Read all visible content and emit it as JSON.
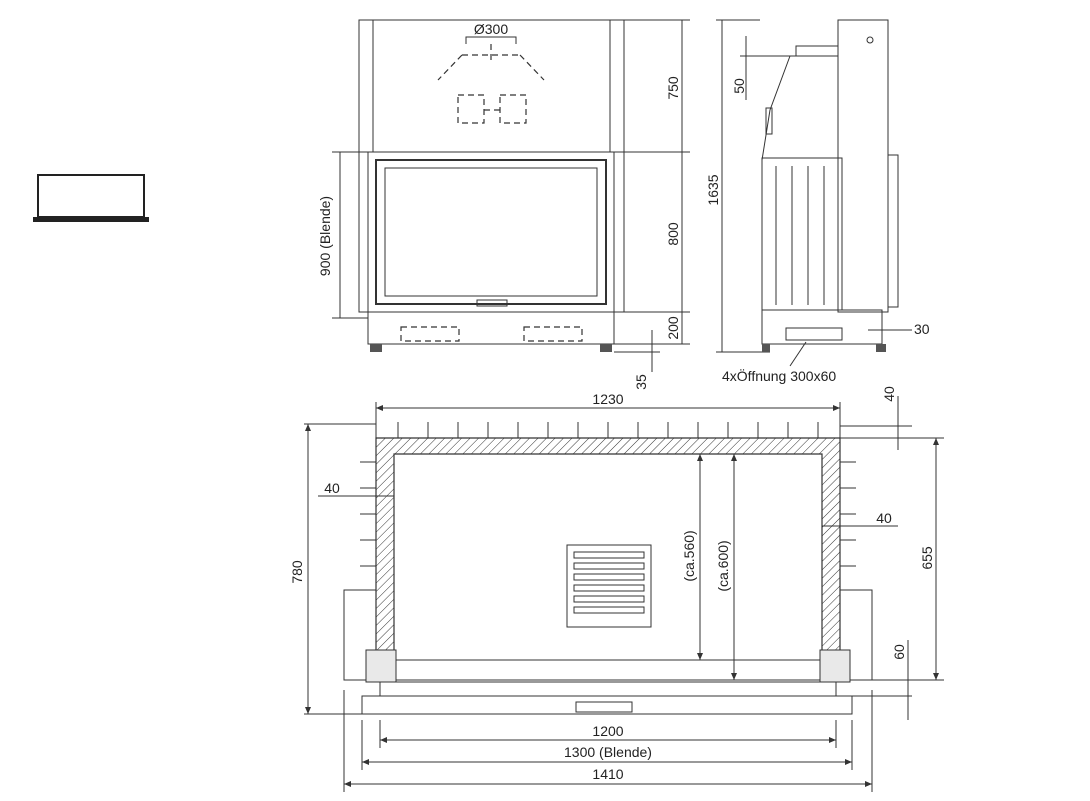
{
  "diagram": {
    "icon": "fireplace-front-view-icon",
    "front_view": {
      "diameter_label": "Ø300",
      "dim_750": "750",
      "dim_800": "800",
      "dim_200": "200",
      "dim_35": "35",
      "dim_1635": "1635",
      "blende_height": "900 (Blende)"
    },
    "side_view": {
      "dim_50": "50",
      "dim_30": "30",
      "opening_note": "4xÖffnung 300x60"
    },
    "plan_view": {
      "dim_1230": "1230",
      "dim_40_top": "40",
      "dim_40_left": "40",
      "dim_40_right": "40",
      "dim_780": "780",
      "dim_655": "655",
      "dim_60": "60",
      "dim_ca560": "(ca.560)",
      "dim_ca600": "(ca.600)",
      "dim_1200": "1200",
      "dim_1300": "1300 (Blende)",
      "dim_1410": "1410"
    }
  }
}
